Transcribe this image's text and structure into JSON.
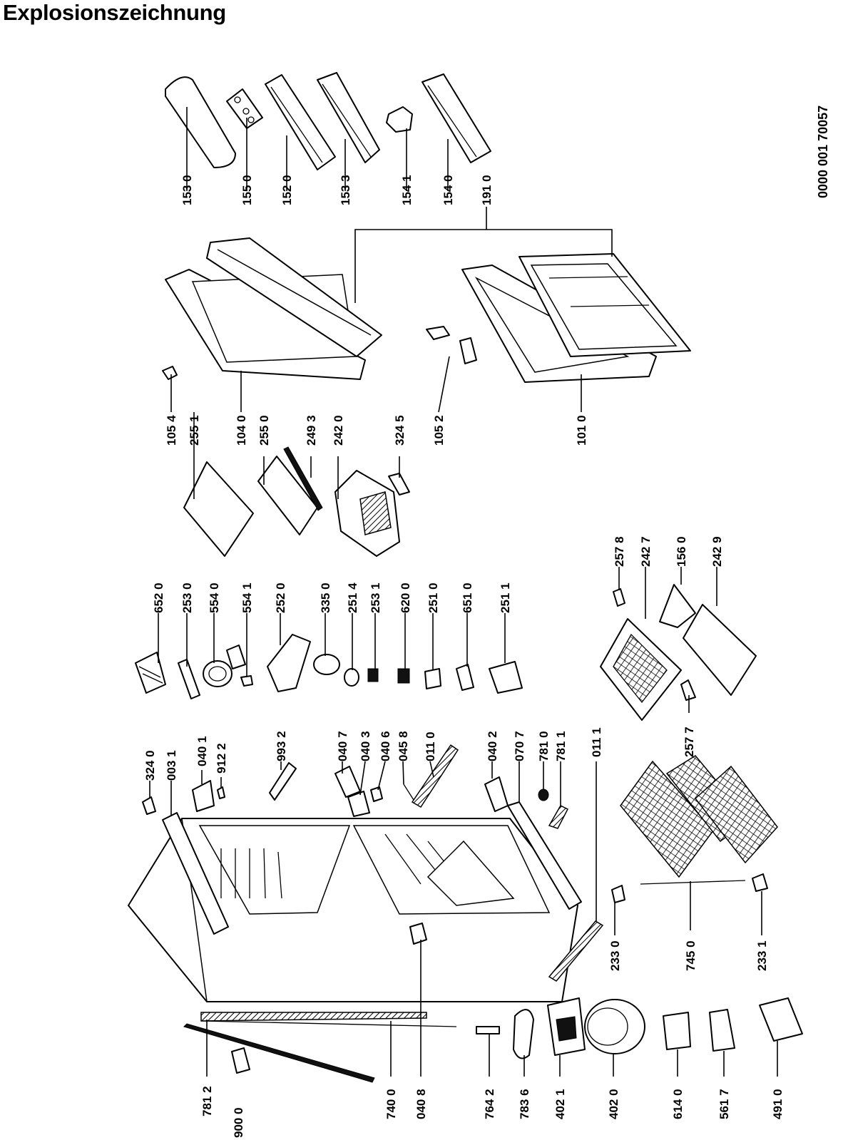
{
  "title": "Explosionszeichnung",
  "document_number": "0000 001 70057",
  "colors": {
    "ink": "#000000",
    "paper": "#ffffff"
  },
  "part_labels": [
    "153 0",
    "155 0",
    "152 0",
    "153 3",
    "154 1",
    "154 0",
    "191 0",
    "105 4",
    "255 1",
    "104 0",
    "255 0",
    "249 3",
    "242 0",
    "324 5",
    "105 2",
    "101 0",
    "652 0",
    "253 0",
    "554 0",
    "554 1",
    "252 0",
    "335 0",
    "251 4",
    "253 1",
    "620 0",
    "251 0",
    "651 0",
    "251 1",
    "257 8",
    "242 7",
    "156 0",
    "242 9",
    "257 7",
    "324 0",
    "003 1",
    "040 1",
    "912 2",
    "993 2",
    "040 7",
    "040 3",
    "040 6",
    "045 8",
    "011 0",
    "040 2",
    "070 7",
    "781 0",
    "781 1",
    "011 1",
    "233 0",
    "745 0",
    "233 1",
    "781 2",
    "900 0",
    "740 0",
    "040 8",
    "764 2",
    "783 6",
    "402 1",
    "402 0",
    "614 0",
    "561 7",
    "491 0"
  ]
}
